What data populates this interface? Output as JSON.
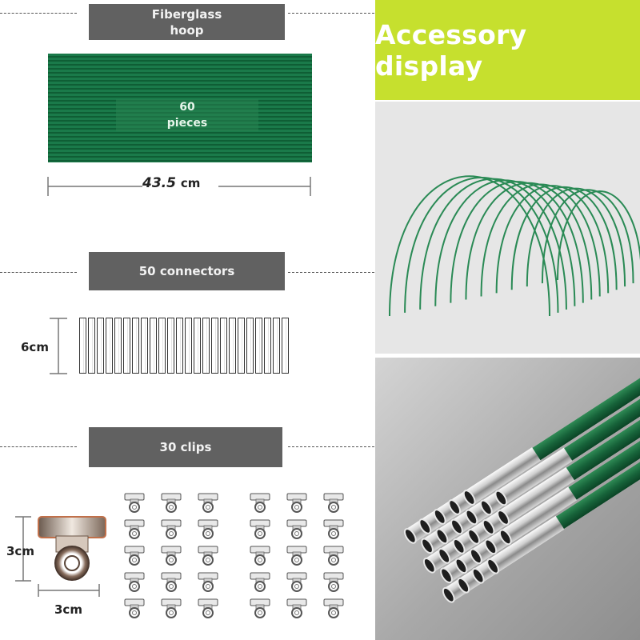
{
  "sections": {
    "hoop": {
      "title": "Fiberglass hoop",
      "count_number": "60",
      "count_unit": "pieces",
      "length_value": "43.5",
      "length_unit": "cm"
    },
    "connectors": {
      "title": "50 connectors",
      "height_label": "6cm"
    },
    "clips": {
      "title": "30 clips",
      "height_label": "3cm",
      "width_label": "3cm"
    }
  },
  "banner": {
    "title": "Accessory display"
  },
  "colors": {
    "banner": "#c6e02e",
    "label_bar": "#616161",
    "hoop_green": "#1a7a4a",
    "photo_bg_top": "#e6e6e6",
    "photo_bg_bottom": "#9e9e9e"
  }
}
